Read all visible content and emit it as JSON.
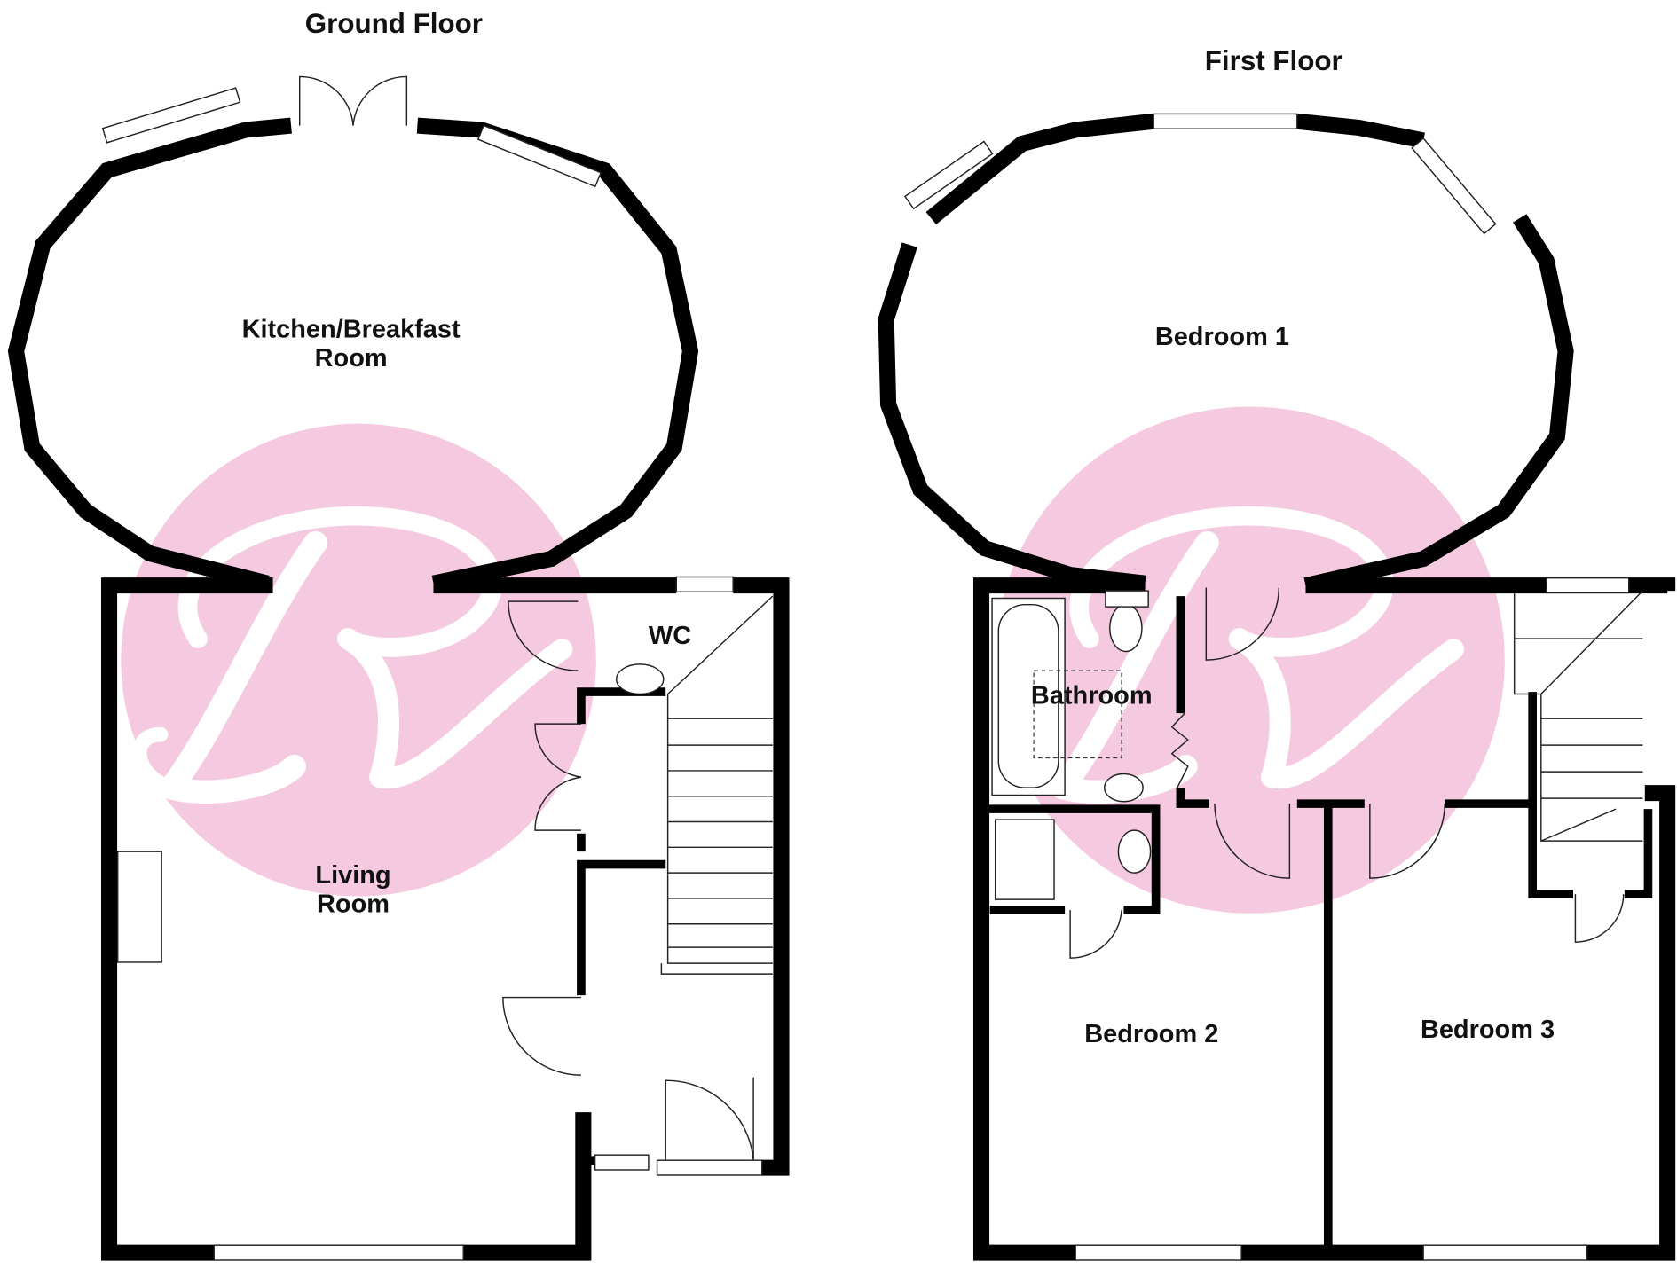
{
  "ground_floor": {
    "title": "Ground Floor",
    "rooms": [
      "Kitchen/Breakfast",
      "Room",
      "Living",
      "Room",
      "WC"
    ]
  },
  "first_floor": {
    "title": "First Floor",
    "rooms": [
      "Bedroom 1",
      "Bathroom",
      "Bedroom 2",
      "Bedroom 3"
    ]
  },
  "watermark": {
    "letter": "R",
    "color": "#f5c9e0"
  }
}
